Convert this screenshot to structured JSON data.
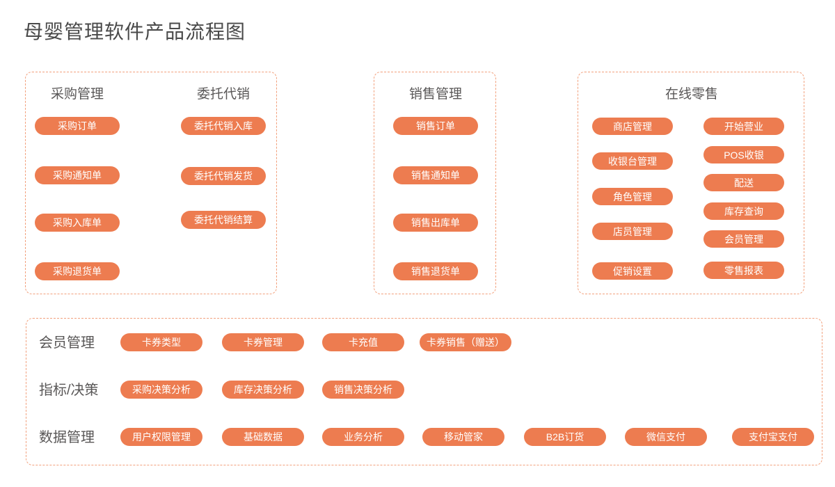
{
  "title": "母婴管理软件产品流程图",
  "colors": {
    "accent": "#ed7c50",
    "panel_border": "#f2a07c",
    "heading_text": "#595757",
    "title_text": "#4a4a4a",
    "button_text": "#ffffff"
  },
  "panels": {
    "purchase_consignment": {
      "purchase_col": {
        "heading": "采购管理",
        "buttons": [
          "采购订单",
          "采购通知单",
          "采购入库单",
          "采购退货单"
        ]
      },
      "consignment_col": {
        "heading": "委托代销",
        "buttons": [
          "委托代销入库",
          "委托代销发货",
          "委托代销结算"
        ]
      }
    },
    "sales": {
      "heading": "销售管理",
      "buttons": [
        "销售订单",
        "销售通知单",
        "销售出库单",
        "销售退货单"
      ]
    },
    "online_retail": {
      "heading": "在线零售",
      "col1": [
        "商店管理",
        "收银台管理",
        "角色管理",
        "店员管理",
        "促销设置"
      ],
      "col2": [
        "开始营业",
        "POS收银",
        "配送",
        "库存查询",
        "会员管理",
        "零售报表"
      ]
    },
    "bottom": {
      "rows": [
        {
          "label": "会员管理",
          "buttons": [
            "卡券类型",
            "卡券管理",
            "卡充值",
            "卡券销售（赠送）"
          ]
        },
        {
          "label": "指标/决策",
          "buttons": [
            "采购决策分析",
            "库存决策分析",
            "销售决策分析"
          ]
        },
        {
          "label": "数据管理",
          "buttons": [
            "用户权限管理",
            "基础数据",
            "业务分析",
            "移动管家",
            "B2B订货",
            "微信支付",
            "支付宝支付"
          ]
        }
      ]
    }
  }
}
